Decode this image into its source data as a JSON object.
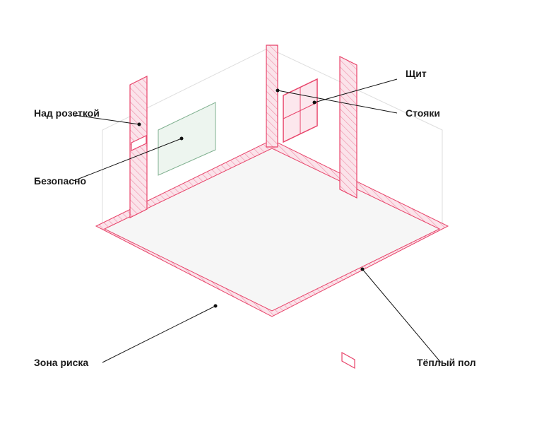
{
  "labels": {
    "above_socket": "Над розеткой",
    "safe": "Безопасно",
    "panel": "Щит",
    "risers": "Стояки",
    "risk_zone": "Зона риска",
    "warm_floor": "Тёплый пол"
  },
  "colors": {
    "accent": "#e8456b",
    "hatch_fill": "#fbe3ea",
    "safe_stroke": "#7fb08f",
    "safe_fill": "#edf5ef",
    "wall_line": "#dedede",
    "floor_fill": "#f6f6f6",
    "leader": "#111111"
  }
}
